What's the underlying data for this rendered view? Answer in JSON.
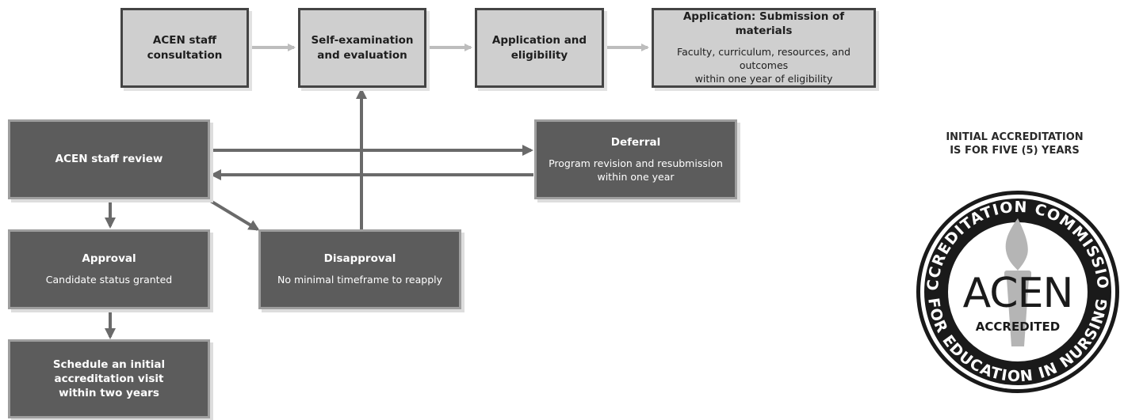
{
  "boxes": {
    "consultation": {
      "title": "ACEN staff\nconsultation"
    },
    "self_exam": {
      "title": "Self-examination\nand evaluation"
    },
    "application": {
      "title": "Application and\neligibility"
    },
    "submission": {
      "title": "Application: Submission of materials",
      "sub": "Faculty, curriculum, resources, and outcomes\nwithin one year of eligibility"
    },
    "staff_review": {
      "title": "ACEN staff review"
    },
    "deferral": {
      "title": "Deferral",
      "sub": "Program revision and resubmission\nwithin one year"
    },
    "approval": {
      "title": "Approval",
      "sub": "Candidate status granted"
    },
    "disapproval": {
      "title": "Disapproval",
      "sub": "No minimal timeframe to reapply"
    },
    "schedule": {
      "title": "Schedule an initial\naccreditation visit\nwithin two years"
    }
  },
  "note": "INITIAL ACCREDITATION\nIS FOR FIVE (5) YEARS",
  "seal": {
    "ring_top": "ACCREDITATION COMMISSION",
    "ring_bottom": "FOR EDUCATION IN NURSING",
    "center_big": "ACEN",
    "center_small": "ACCREDITED"
  },
  "colors": {
    "light_box": "#cfcfcf",
    "dark_box": "#5c5c5c",
    "light_arrow": "#bdbdbd",
    "dark_arrow": "#6a6a6a"
  }
}
